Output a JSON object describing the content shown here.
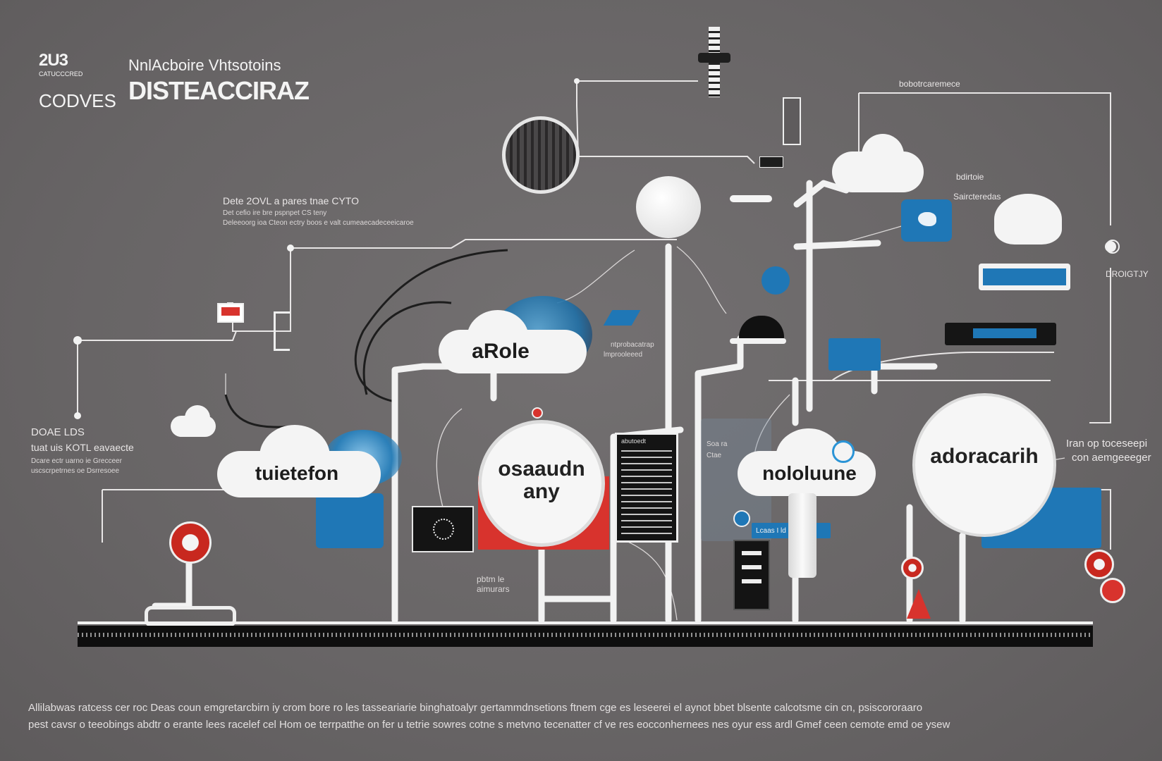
{
  "header": {
    "badge_code": "2U3",
    "badge_small": "CATUCCCRED",
    "left_word": "CODVES",
    "subtitle": "NnlAcboire Vhtsotoins",
    "title": "DISTEACCIRAZ"
  },
  "top_right_label": "bobotrcaremece",
  "note_left": {
    "line1": "Dete 2OVL a pares tnae CYTO",
    "line2": "Det cefio ire bre pspnpet CS teny",
    "line3": "Deleeoorg ioa Cteon ectry boos e valt cumeaecadeceeicaroe"
  },
  "note_bottom_left": {
    "line1": "DOAE LDS",
    "line2": "tuat uis KOTL eavaecte",
    "line3": "Dcare ectr uarno ie Grecceer",
    "line4": "uscscrpetrnes oe Dsrresoee"
  },
  "right_labels": {
    "label1": "bdirtoie",
    "label2": "Saircteredas",
    "label3": "DROIGTJY",
    "label4_line1": "Iran op toceseepi",
    "label4_line2": "con aemgeeeger"
  },
  "mid_labels": {
    "blue_caption": "ntprobacatrap",
    "blue_caption2": "lmprooleeed",
    "pole_caption_line1": "pbtm le",
    "pole_caption_line2": "aimurars",
    "panel_small": "Soa ra",
    "panel_small2": "Ctae",
    "device_label": "Lcaas I ld"
  },
  "clouds": {
    "cloud1": "aRole",
    "cloud2": "tuietefon",
    "cloud3": "nololuune"
  },
  "circles": {
    "circle1_line1": "osaaudn",
    "circle1_line2": "any",
    "circle2": "adoracarih"
  },
  "panel_title": "abutoedt",
  "footer": {
    "line1": "Allilabwas ratcess cer roc Deas coun emgretarcbirn iy crom bore ro les tasseariarie binghatoalyr gertammdnsetions ftnem cge es leseerei el aynot bbet blsente calcotsme cin cn, psiscororaaro",
    "line2": "pest cavsr o teeobings abdtr o erante lees racelef cel Hom oe terrpatthe on fer u tetrie sowres cotne s metvno tecenatter cf ve res eocconhernees nes oyur ess ardl Gmef ceen cemote emd oe ysew"
  },
  "colors": {
    "background": "#6b6869",
    "accent_red": "#d8332d",
    "accent_blue": "#1f77b6",
    "white": "#f4f4f4",
    "dark": "#1a1a1a"
  },
  "icons": [
    "twitter-bird-icon",
    "power-icon",
    "red-flower-icon",
    "server-icon",
    "microphone-icon",
    "camera-icon"
  ]
}
